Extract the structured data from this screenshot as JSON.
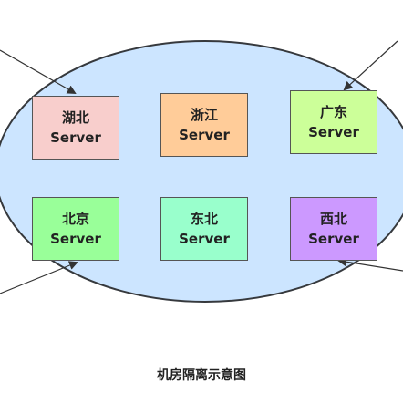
{
  "caption": "机房隔离示意图",
  "servers": [
    {
      "name": "湖北",
      "type": "Server",
      "color": "#f8cecc"
    },
    {
      "name": "浙江",
      "type": "Server",
      "color": "#ffcc99"
    },
    {
      "name": "广东",
      "type": "Server",
      "color": "#ccff99"
    },
    {
      "name": "北京",
      "type": "Server",
      "color": "#99ff99"
    },
    {
      "name": "东北",
      "type": "Server",
      "color": "#99ffcc"
    },
    {
      "name": "西北",
      "type": "Server",
      "color": "#cc99ff"
    }
  ],
  "colors": {
    "ellipse_fill": "#cce5ff",
    "ellipse_stroke": "#36393d",
    "arrow": "#333333"
  }
}
